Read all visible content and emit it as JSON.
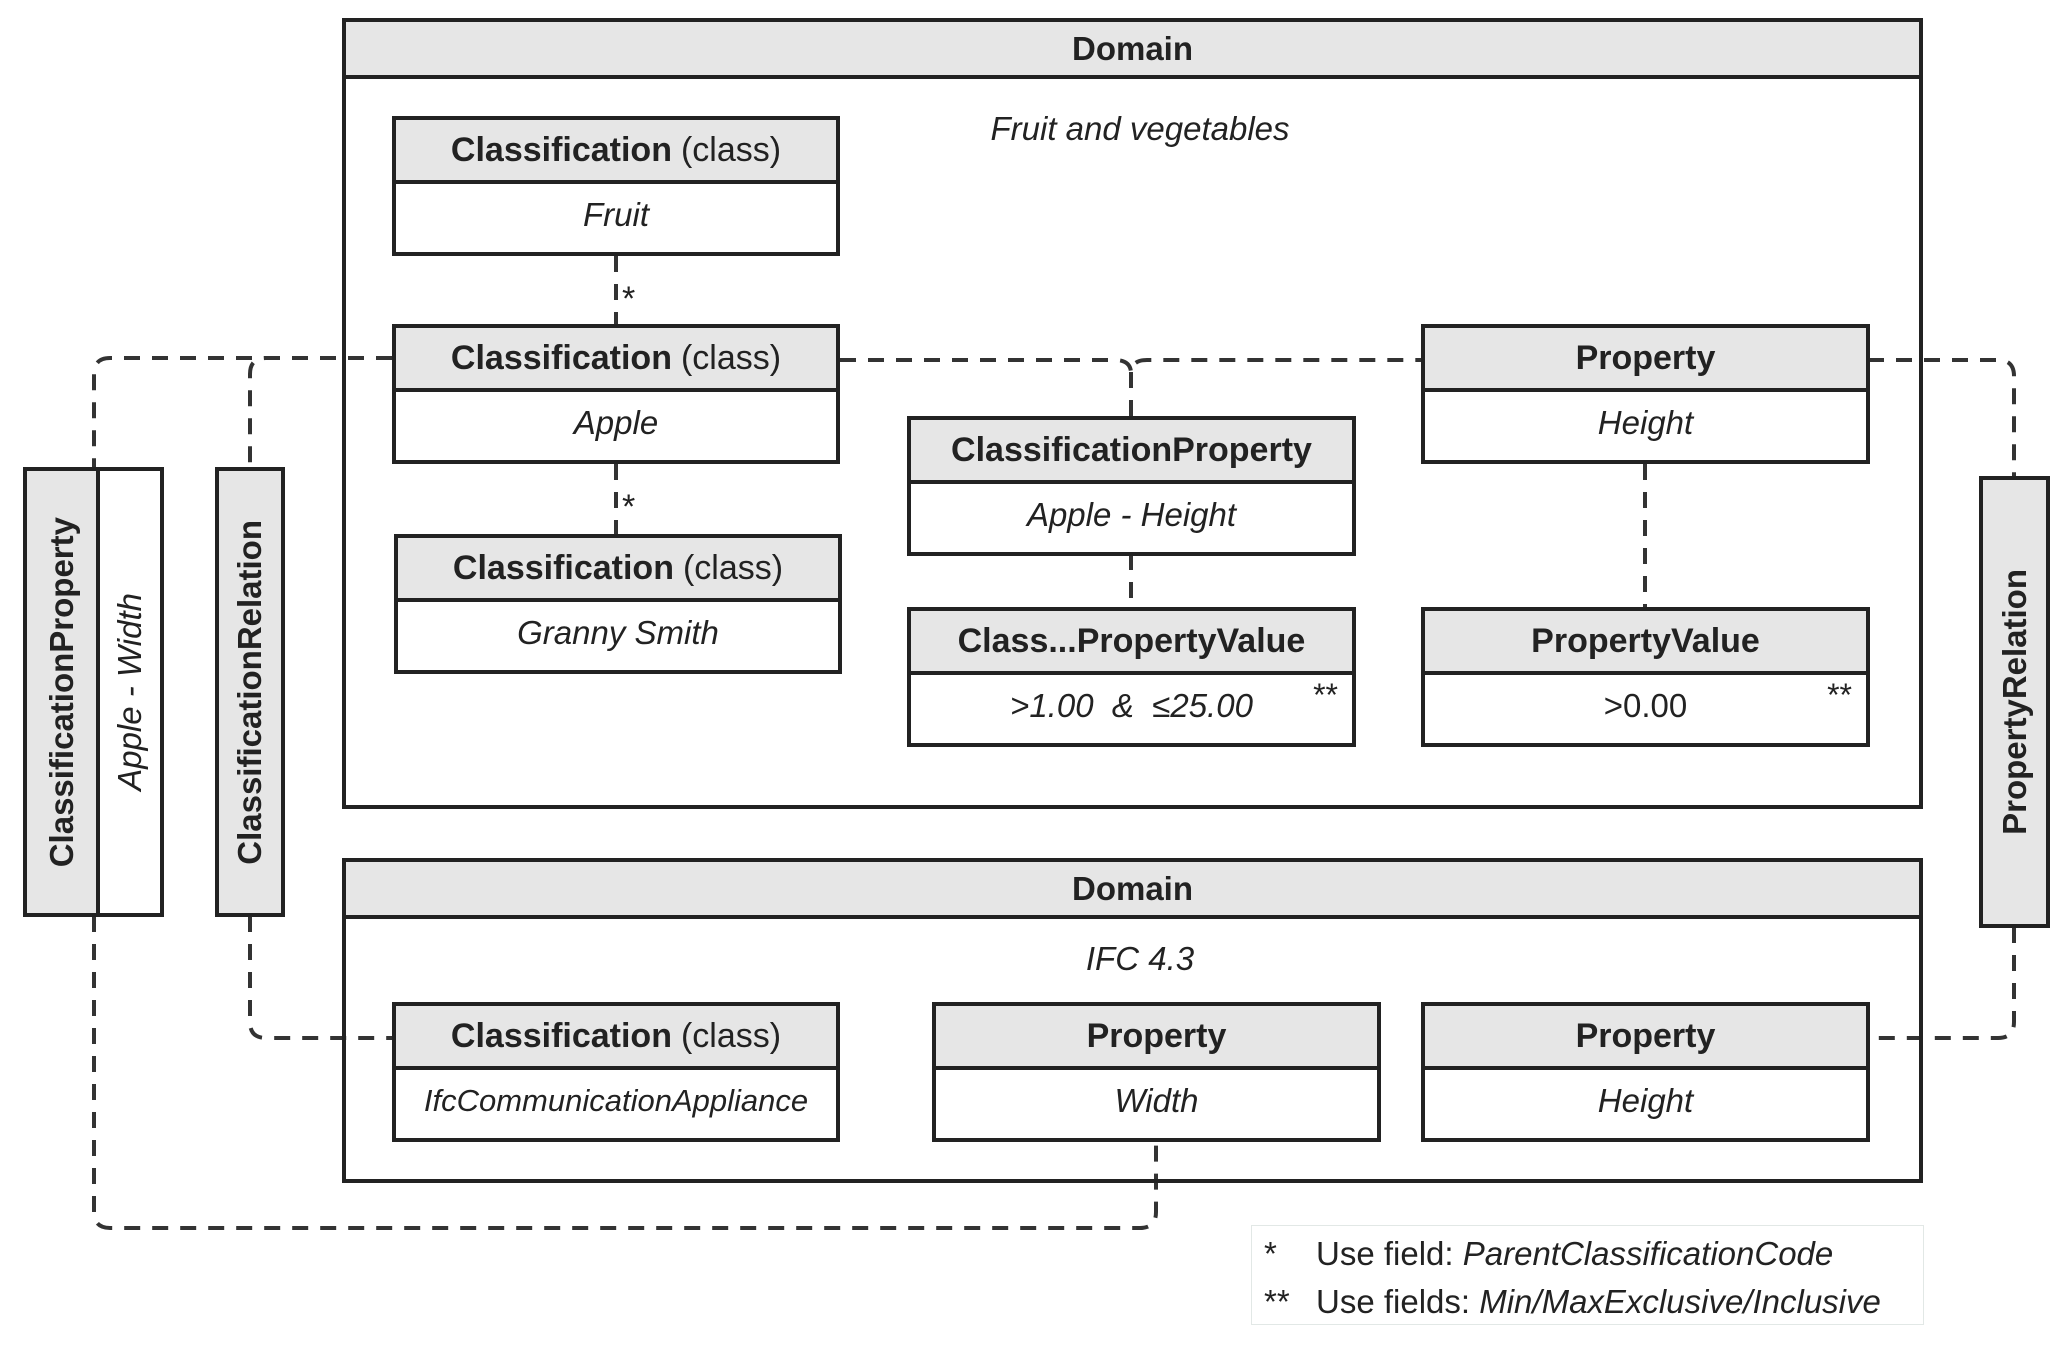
{
  "domains": {
    "top": {
      "title": "Domain",
      "subtitle": "Fruit and vegetables"
    },
    "bottom": {
      "title": "Domain",
      "subtitle": "IFC 4.3"
    }
  },
  "boxes": {
    "fruit": {
      "type": "Classification",
      "suffix": "(class)",
      "value": "Fruit"
    },
    "apple": {
      "type": "Classification",
      "suffix": "(class)",
      "value": "Apple"
    },
    "granny": {
      "type": "Classification",
      "suffix": "(class)",
      "value": "Granny Smith"
    },
    "class_prop": {
      "type": "ClassificationProperty",
      "value": "Apple - Height"
    },
    "class_prop_value": {
      "type": "Class...PropertyValue",
      "value": ">1.00  &  ≤25.00",
      "marker": "**"
    },
    "property_height": {
      "type": "Property",
      "value": "Height"
    },
    "property_value": {
      "type": "PropertyValue",
      "value": ">0.00",
      "marker": "**"
    },
    "ifc_class": {
      "type": "Classification",
      "suffix": "(class)",
      "value": "IfcCommunicationAppliance"
    },
    "ifc_width": {
      "type": "Property",
      "value": "Width"
    },
    "ifc_height": {
      "type": "Property",
      "value": "Height"
    }
  },
  "side_boxes": {
    "classification_property": {
      "type": "ClassificationProperty",
      "value": "Apple - Width"
    },
    "classification_relation": {
      "type": "ClassificationRelation"
    },
    "property_relation": {
      "type": "PropertyRelation"
    }
  },
  "parent_markers": [
    "*",
    "*"
  ],
  "legend": [
    {
      "marker": "*",
      "text": "Use field: ",
      "field": "ParentClassificationCode"
    },
    {
      "marker": "**",
      "text": "Use fields: ",
      "field": "Min/MaxExclusive/Inclusive"
    }
  ]
}
